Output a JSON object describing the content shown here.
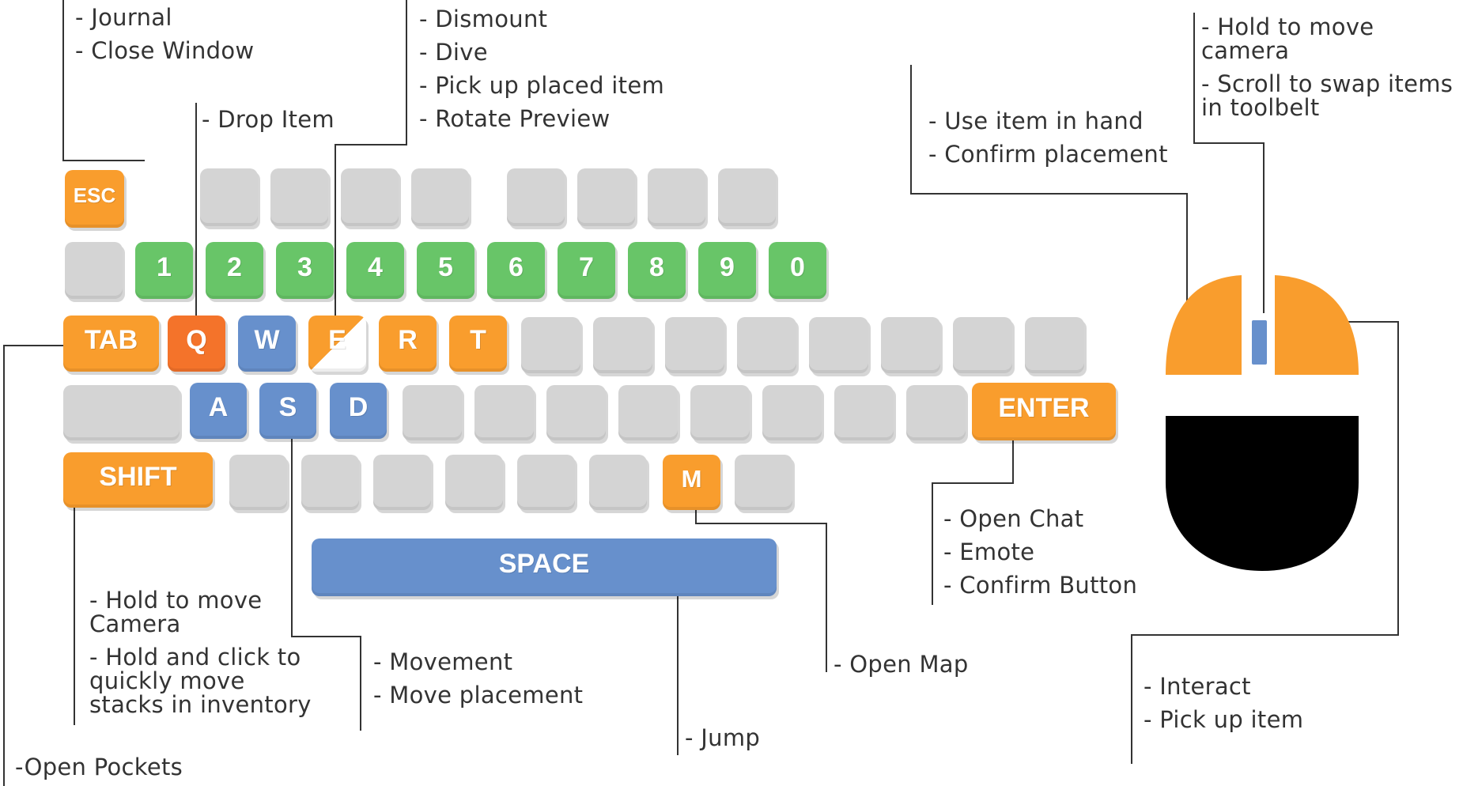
{
  "keys": {
    "esc": "ESC",
    "n1": "1",
    "n2": "2",
    "n3": "3",
    "n4": "4",
    "n5": "5",
    "n6": "6",
    "n7": "7",
    "n8": "8",
    "n9": "9",
    "n0": "0",
    "tab": "TAB",
    "q": "Q",
    "w": "W",
    "e": "E",
    "r": "R",
    "t": "T",
    "a": "A",
    "s": "S",
    "d": "D",
    "enter": "ENTER",
    "shift": "SHIFT",
    "m": "M",
    "space": "SPACE"
  },
  "labels": {
    "esc": [
      "- Journal",
      "- Close Window"
    ],
    "q": [
      "- Drop Item"
    ],
    "e": [
      "- Dismount",
      "- Dive",
      "- Pick up placed item",
      "- Rotate Preview"
    ],
    "tab": [
      "-Open Pockets"
    ],
    "shift": [
      [
        "- Hold to move",
        "Camera"
      ],
      [
        "- Hold and click to",
        "quickly move",
        "stacks in inventory"
      ]
    ],
    "wasd": [
      "- Movement",
      "- Move placement"
    ],
    "space": [
      "- Jump"
    ],
    "m": [
      "- Open Map"
    ],
    "enter": [
      "- Open Chat",
      "- Emote",
      "- Confirm Button"
    ],
    "left_click": [
      "- Use item in hand",
      "- Confirm placement"
    ],
    "middle_click": [
      [
        "- Hold to move",
        "camera"
      ],
      [
        "- Scroll to swap items",
        "in toolbelt"
      ]
    ],
    "right_click": [
      "- Interact",
      "- Pick up item"
    ]
  },
  "colors": {
    "action_key": "#f99d2d",
    "toolbelt_key": "#68c568",
    "movement_key": "#6790cc",
    "drop_key": "#f4732a",
    "unused_key": "#d4d4d4",
    "mouse_buttons": "#f99d2d",
    "mouse_body": "#000000",
    "scroll_wheel": "#6790cc",
    "leader_line": "#333333"
  }
}
